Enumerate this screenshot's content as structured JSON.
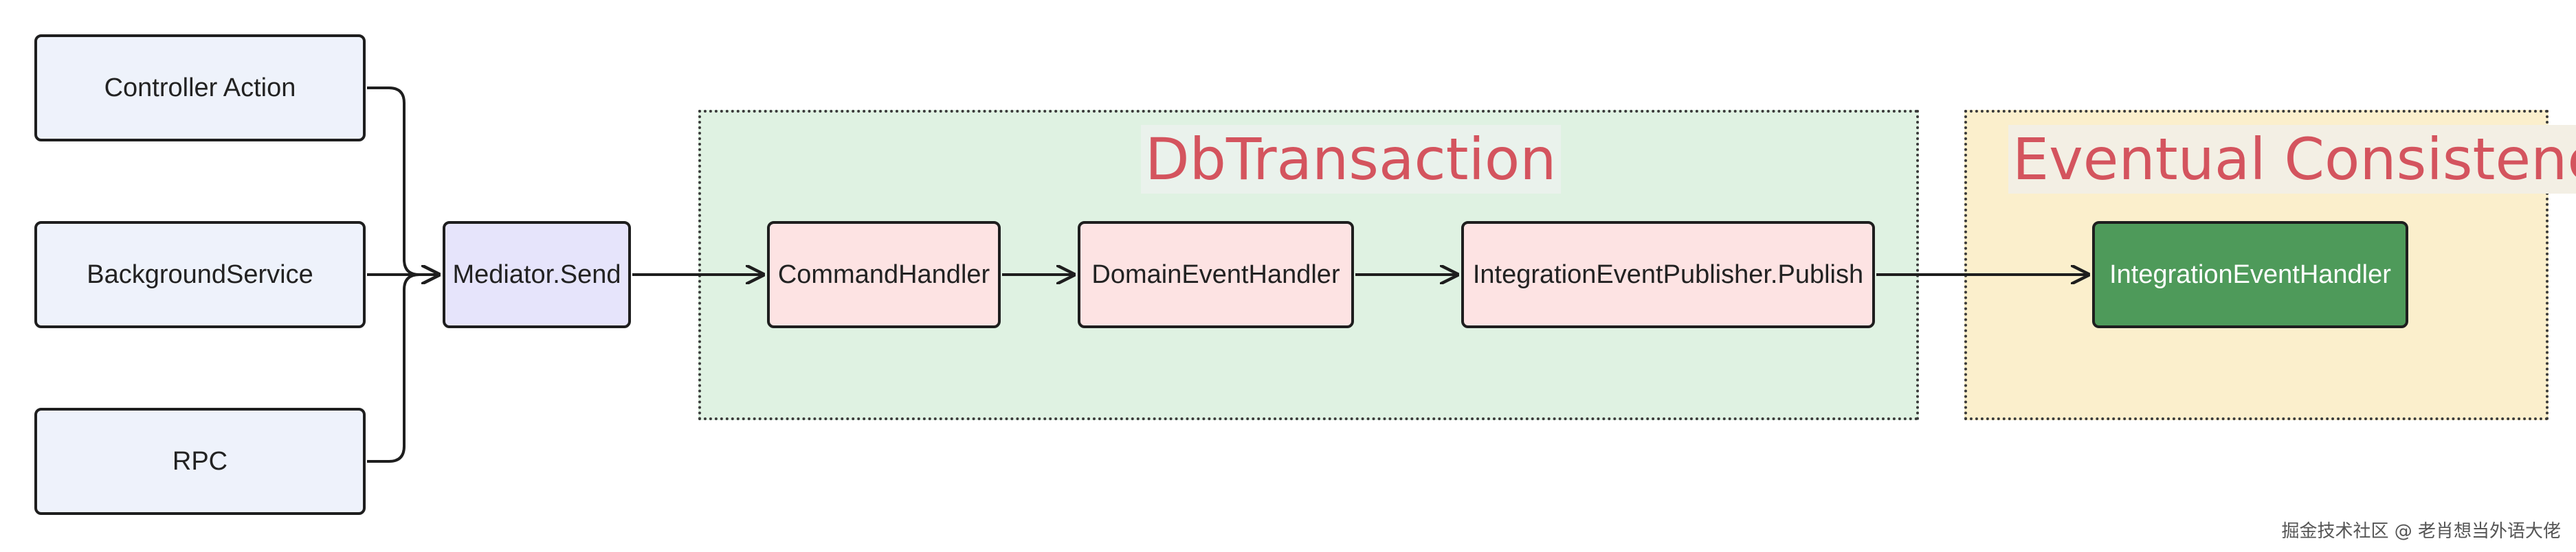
{
  "zones": {
    "db_transaction": "DbTransaction",
    "eventual_consistency": "Eventual Consistency"
  },
  "sources": {
    "controller_action": "Controller Action",
    "background_service": "BackgroundService",
    "rpc": "RPC"
  },
  "pipeline": {
    "mediator_send": "Mediator.Send",
    "command_handler": "CommandHandler",
    "domain_event_handler": "DomainEventHandler",
    "integration_event_publisher": "IntegrationEventPublisher.Publish",
    "integration_event_handler": "IntegrationEventHandler"
  },
  "watermark": "掘金技术社区 @ 老肖想当外语大佬",
  "colors": {
    "zone_transaction_bg": "#dff2e2",
    "zone_eventual_bg": "#fbefcc",
    "zone_title": "#d4545e",
    "source_bg": "#eef2fb",
    "mediator_bg": "#e6e4fb",
    "handler_bg": "#fde3e3",
    "integration_handler_bg": "#4e9a5a"
  }
}
